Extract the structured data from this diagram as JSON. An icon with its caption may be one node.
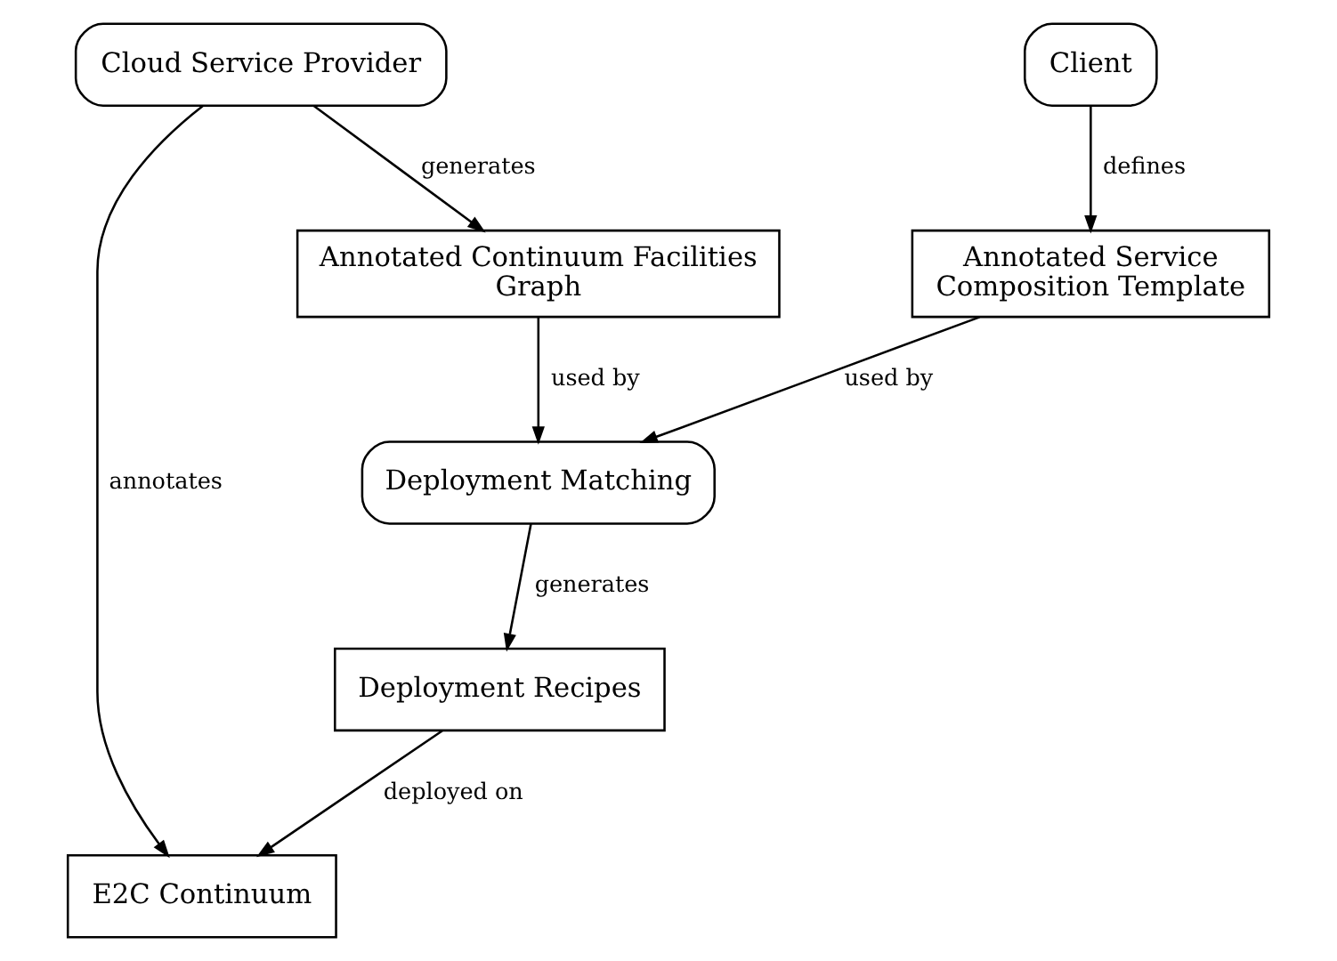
{
  "diagram": {
    "nodes": [
      {
        "text": [
          "Cloud Service Provider"
        ]
      },
      {
        "text": [
          "Client"
        ]
      },
      {
        "text": [
          "Annotated Continuum Facilities Graph"
        ]
      },
      {
        "text": [
          "Annotated Service Composition Template"
        ]
      },
      {
        "text": [
          "Deployment Matching"
        ]
      },
      {
        "text": [
          "Deployment Recipes"
        ]
      },
      {
        "text": [
          "E2C Continuum"
        ]
      }
    ],
    "edges": [
      {
        "from": 0,
        "to": 2,
        "arrow": "to",
        "label": "generates"
      },
      {
        "from": 1,
        "to": 3,
        "arrow": "to",
        "label": "defines"
      },
      {
        "from": 2,
        "to": 4,
        "arrow": "to",
        "label": "used by"
      },
      {
        "from": 3,
        "to": 4,
        "arrow": "to",
        "label": "used by"
      },
      {
        "from": 4,
        "to": 5,
        "arrow": "to",
        "label": "generates"
      },
      {
        "from": 5,
        "to": 6,
        "arrow": "to",
        "label": "deployed on"
      },
      {
        "from": 0,
        "to": 6,
        "arrow": "to",
        "label": "annotates"
      }
    ]
  }
}
